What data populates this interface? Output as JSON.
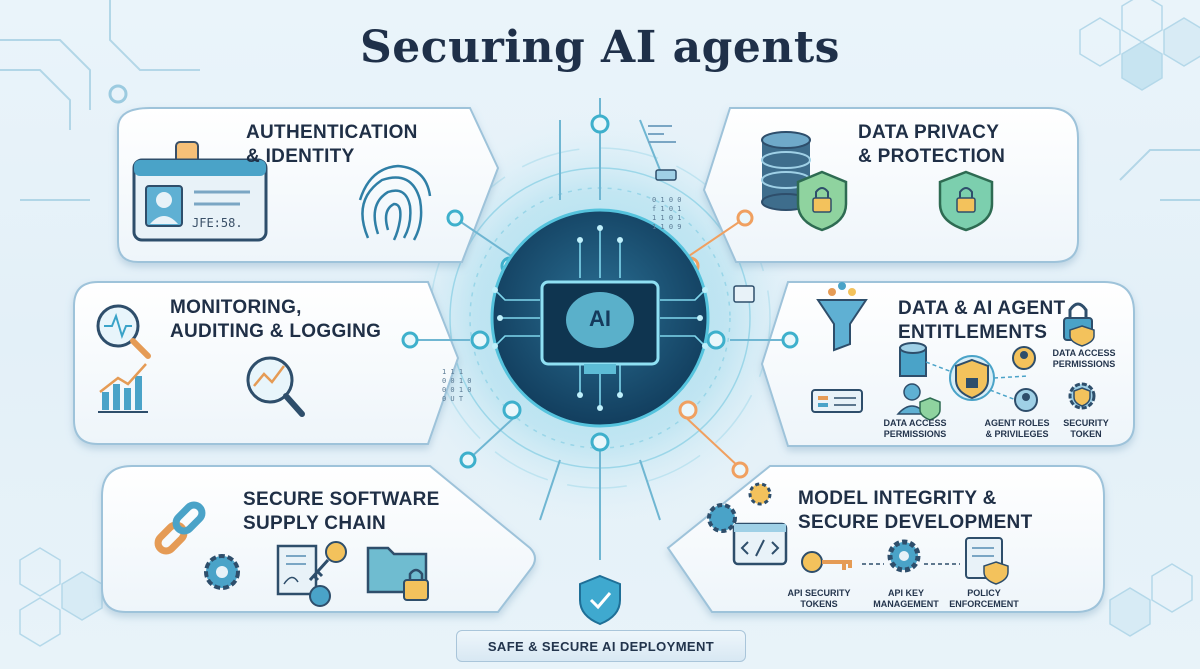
{
  "title": "Securing AI agents",
  "center": {
    "label": "AI"
  },
  "panels": {
    "auth": {
      "title": "AUTHENTICATION\n& IDENTITY",
      "badge_code": "JFE:58."
    },
    "privacy": {
      "title": "DATA PRIVACY\n& PROTECTION"
    },
    "monitoring": {
      "title": "MONITORING,\nAUDITING & LOGGING"
    },
    "entitlements": {
      "title": "DATA & AI AGENT\nENTITLEMENTS",
      "labels": [
        "DATA ACCESS\nPERMISSIONS",
        "DATA ACCESS\nPERMISSIONS",
        "AGENT ROLES\n& PRIVILEGES",
        "SECURITY\nTOKEN"
      ]
    },
    "supply_chain": {
      "title": "SECURE SOFTWARE\nSUPPLY CHAIN"
    },
    "model": {
      "title": "MODEL INTEGRITY &\nSECURE DEVELOPMENT",
      "labels": [
        "API SECURITY\nTOKENS",
        "API KEY\nMANAGEMENT",
        "POLICY\nENFORCEMENT"
      ]
    }
  },
  "code_snippets": [
    "0 1 0 0\n f 1 0 1\n 1 1 0 1\n 1 1 0 9",
    "1 1 1\n 0 0 1 0\n 0 0 1 0\n 0 U T"
  ],
  "footer": "SAFE & SECURE AI DEPLOYMENT",
  "colors": {
    "accent": "#2fa3c2",
    "orange": "#f0a060",
    "navy": "#1f3049",
    "panel_border": "#9ec3da"
  }
}
